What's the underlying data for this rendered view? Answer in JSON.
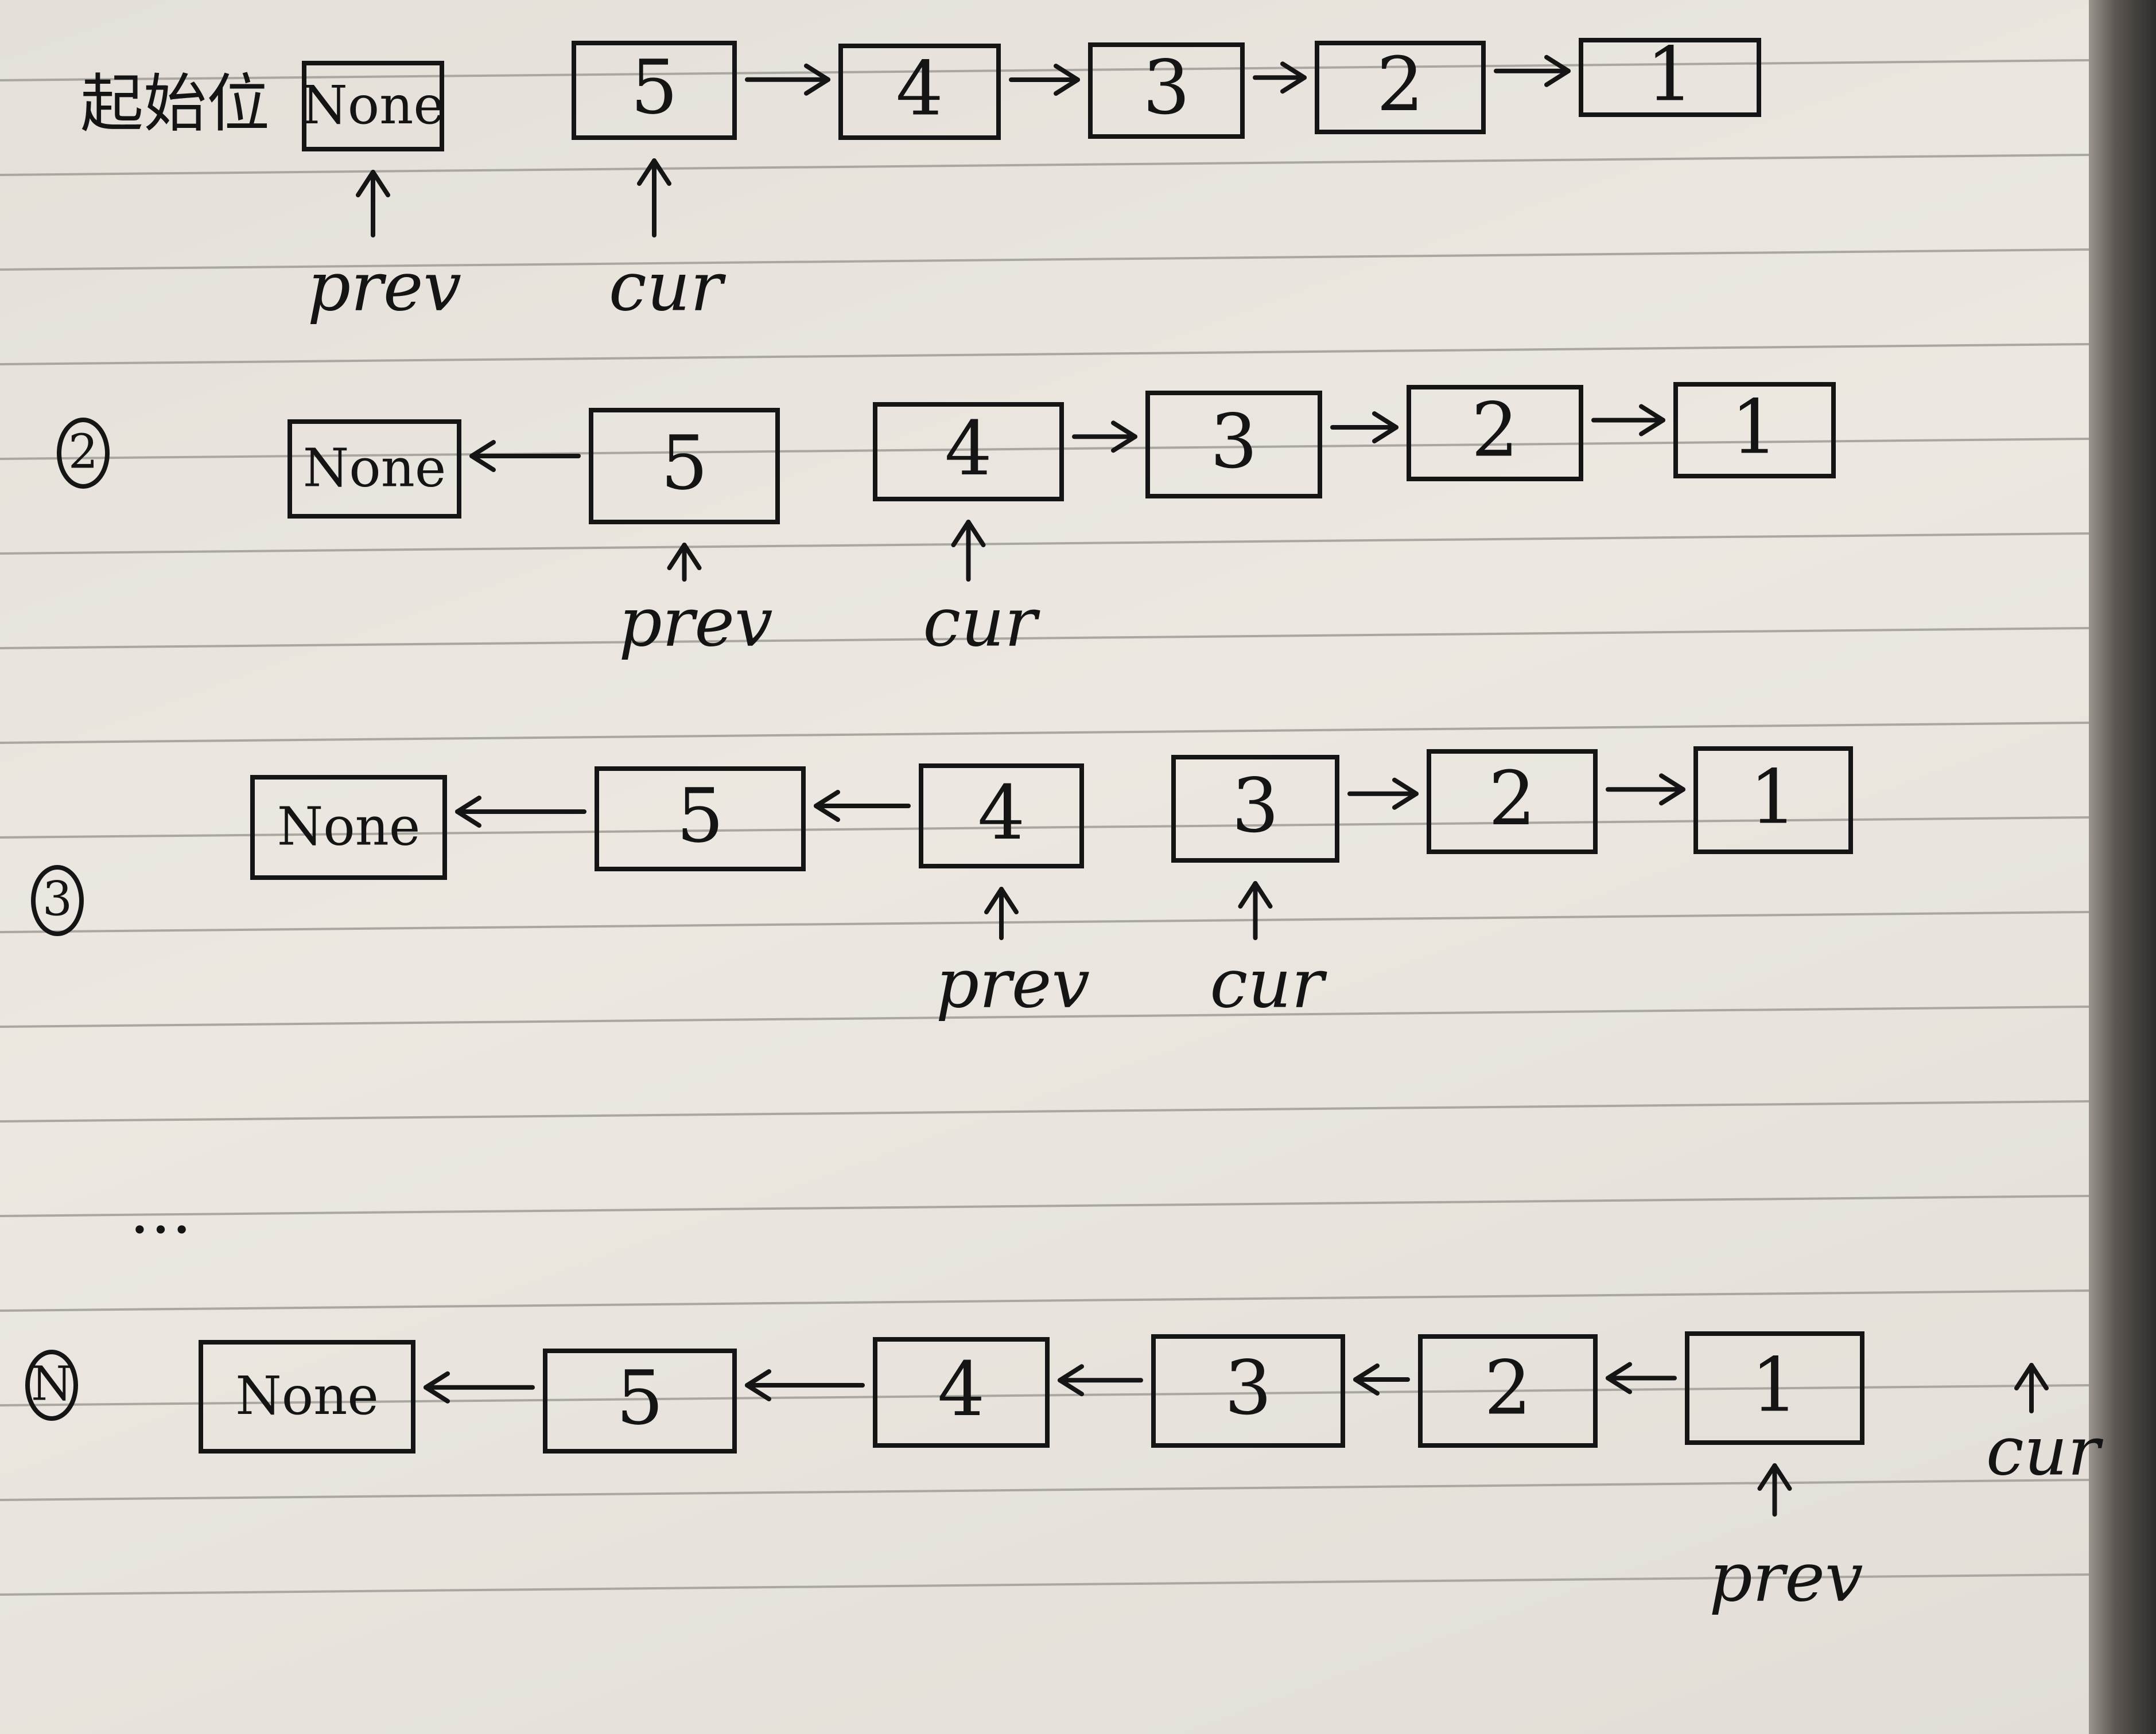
{
  "title": "起始位",
  "steps": [
    {
      "label": "",
      "nodes": [
        "None",
        "5",
        "4",
        "3",
        "2",
        "1"
      ],
      "links": [
        "",
        "→",
        "→",
        "→",
        "→"
      ],
      "prev_label": "prev",
      "cur_label": "cur"
    },
    {
      "label": "2",
      "nodes": [
        "None",
        "5",
        "4",
        "3",
        "2",
        "1"
      ],
      "links": [
        "←",
        "",
        "→",
        "→",
        "→"
      ],
      "prev_label": "prev",
      "cur_label": "cur"
    },
    {
      "label": "3",
      "nodes": [
        "None",
        "5",
        "4",
        "3",
        "2",
        "1"
      ],
      "links": [
        "←",
        "←",
        "",
        "→",
        "→"
      ],
      "prev_label": "prev",
      "cur_label": "cur"
    },
    {
      "label": "N",
      "nodes": [
        "None",
        "5",
        "4",
        "3",
        "2",
        "1"
      ],
      "links": [
        "←",
        "←",
        "←",
        "←",
        "←"
      ],
      "prev_label": "prev",
      "cur_label": "cur"
    }
  ],
  "ellipsis": "…"
}
